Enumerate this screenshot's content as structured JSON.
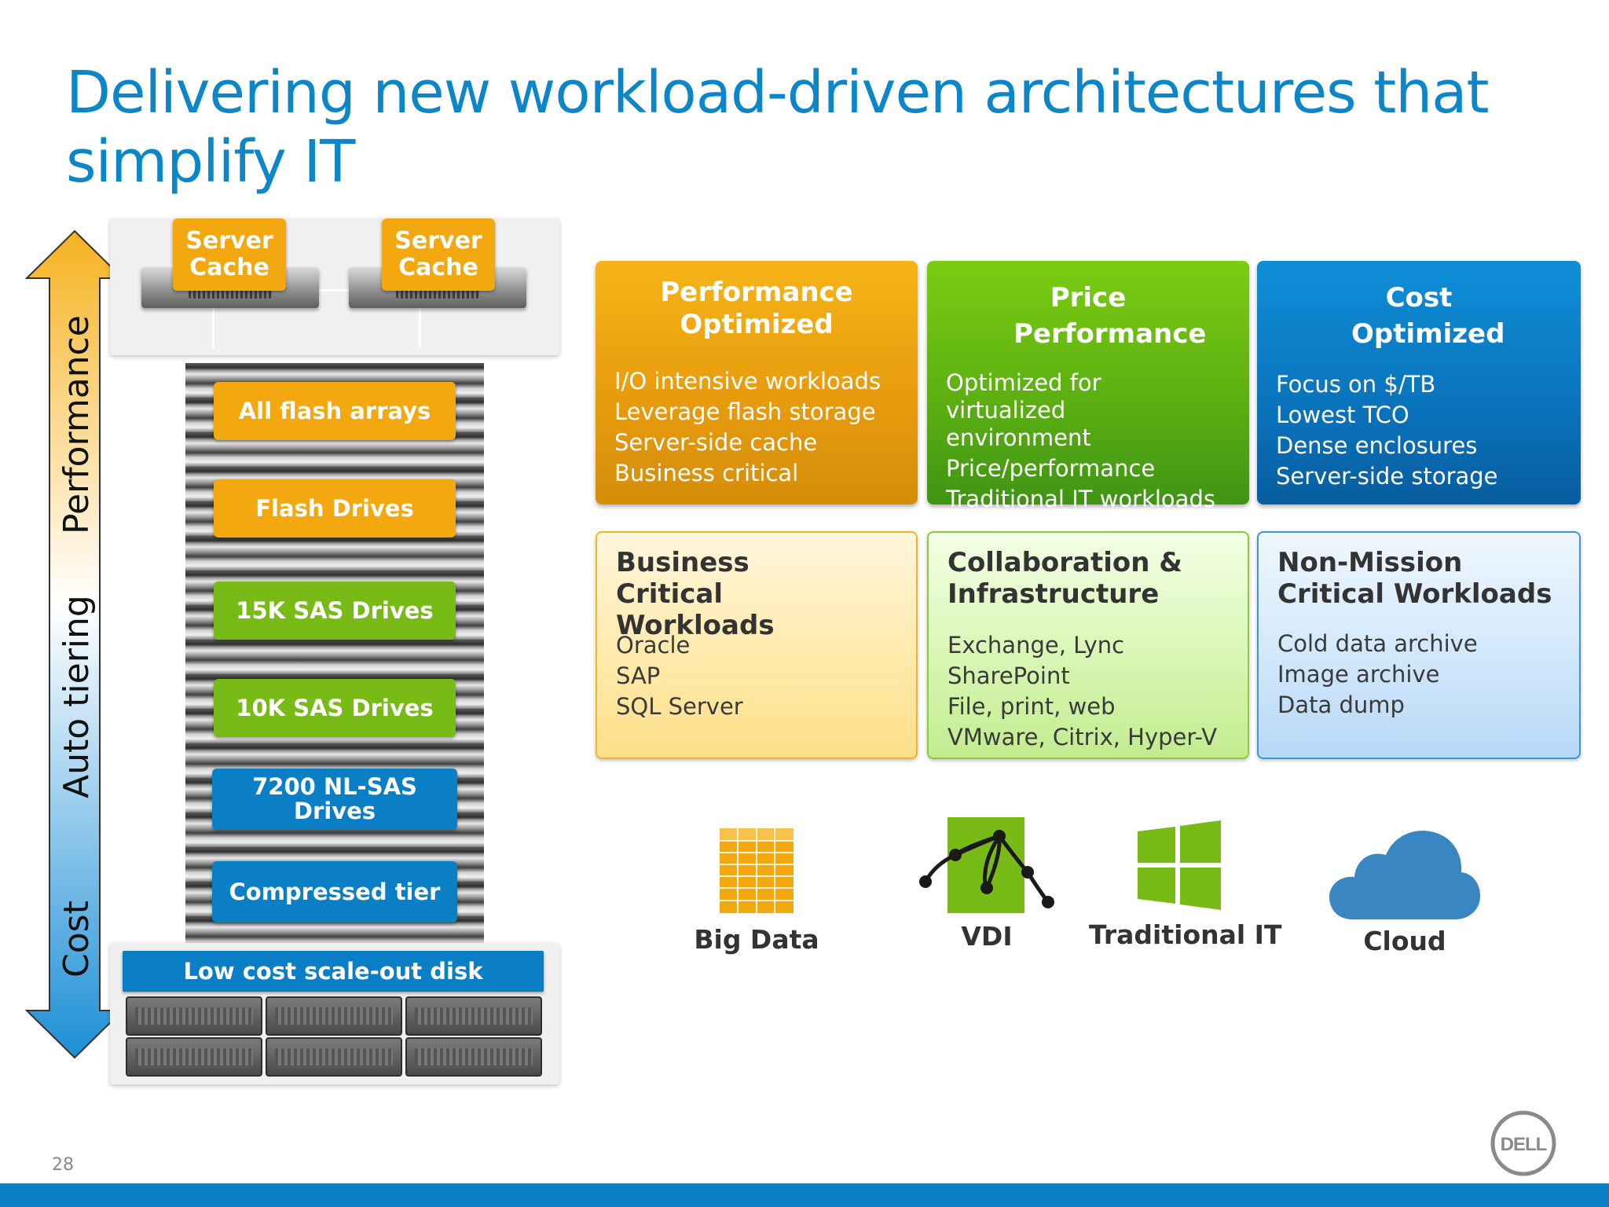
{
  "title": "Delivering new workload-driven architectures that simplify IT",
  "axis": {
    "labels": [
      "Performance",
      "Auto tiering",
      "Cost"
    ],
    "arrow_color": "#f5b21f",
    "arrow_bottom_color": "#1d8fd6"
  },
  "server_cache": [
    "Server Cache",
    "Server Cache"
  ],
  "tiers": [
    {
      "label": "All flash arrays",
      "color": "#f2a80e"
    },
    {
      "label": "Flash Drives",
      "color": "#f2a80e"
    },
    {
      "label": "15K SAS Drives",
      "color": "#79bb16"
    },
    {
      "label": "10K SAS Drives",
      "color": "#79bb16"
    },
    {
      "label": "7200 NL-SAS Drives",
      "color": "#0a7fc5"
    },
    {
      "label": "Compressed tier",
      "color": "#0a7fc5"
    }
  ],
  "low_cost_label": "Low cost scale-out disk",
  "categories": [
    {
      "title": "Performance Optimized",
      "items": [
        "I/O intensive workloads",
        "Leverage flash storage",
        "Server-side cache",
        "Business critical"
      ]
    },
    {
      "title": "Price Performance",
      "items": [
        "Optimized for virtualized environment",
        "Price/performance",
        "Traditional IT workloads"
      ]
    },
    {
      "title": "Cost Optimized",
      "items": [
        "Focus on $/TB",
        "Lowest TCO",
        "Dense enclosures",
        "Server-side storage"
      ]
    }
  ],
  "workloads": [
    {
      "title": "Business Critical Workloads",
      "items": [
        "Oracle",
        "SAP",
        "SQL Server"
      ]
    },
    {
      "title": "Collaboration & Infrastructure",
      "items": [
        "Exchange, Lync",
        "SharePoint",
        "File, print, web",
        "VMware, Citrix, Hyper-V"
      ]
    },
    {
      "title": "Non-Mission Critical Workloads",
      "items": [
        "Cold data archive",
        "Image archive",
        "Data dump"
      ]
    }
  ],
  "icons": [
    {
      "label": "Big Data",
      "icon": "spreadsheet-grid-icon"
    },
    {
      "label": "VDI",
      "icon": "network-nodes-icon"
    },
    {
      "label": "Traditional IT",
      "icon": "windows-logo-icon"
    },
    {
      "label": "Cloud",
      "icon": "cloud-icon"
    }
  ],
  "page_number": "28",
  "logo": "DELL"
}
